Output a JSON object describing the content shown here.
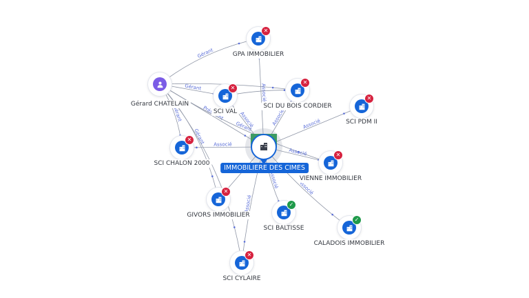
{
  "colors": {
    "edge": "#8f96a6",
    "edge_label": "#5a6ed8",
    "company": "#1565d8",
    "person": "#7b5ce6",
    "inactive": "#d6223f",
    "active": "#1f9a4a"
  },
  "center": {
    "label": "IMMOBILIERE DES CIMES",
    "icon": "building-icon",
    "status": "active"
  },
  "nodes": [
    {
      "id": "gerard",
      "type": "person",
      "label": "Gérard CHATELAIN",
      "icon": "person-icon",
      "status": ""
    },
    {
      "id": "gpa",
      "type": "company",
      "label": "GPA IMMOBILIER",
      "icon": "building-icon",
      "status": "inactive"
    },
    {
      "id": "scival",
      "type": "company",
      "label": "SCI VAL",
      "icon": "building-icon",
      "status": "inactive"
    },
    {
      "id": "boiscordier",
      "type": "company",
      "label": "SCI DU BOIS CORDIER",
      "icon": "building-icon",
      "status": "inactive"
    },
    {
      "id": "pdm",
      "type": "company",
      "label": "SCI PDM II",
      "icon": "building-icon",
      "status": "inactive"
    },
    {
      "id": "chalon",
      "type": "company",
      "label": "SCI CHALON 2000",
      "icon": "building-icon",
      "status": "inactive"
    },
    {
      "id": "vienne",
      "type": "company",
      "label": "VIENNE IMMOBILIER",
      "icon": "building-icon",
      "status": "inactive"
    },
    {
      "id": "givors",
      "type": "company",
      "label": "GIVORS IMMOBILIER",
      "icon": "building-icon",
      "status": "inactive"
    },
    {
      "id": "baltisse",
      "type": "company",
      "label": "SCI BALTISSE",
      "icon": "building-icon",
      "status": "active"
    },
    {
      "id": "caladois",
      "type": "company",
      "label": "CALADOIS IMMOBILIER",
      "icon": "building-icon",
      "status": "active"
    },
    {
      "id": "cylaire",
      "type": "company",
      "label": "SCI CYLAIRE",
      "icon": "building-icon",
      "status": "inactive"
    }
  ],
  "edges": [
    {
      "from": "gerard",
      "to": "gpa",
      "label": "Gérant"
    },
    {
      "from": "gerard",
      "to": "scival",
      "label": "Gérant"
    },
    {
      "from": "gerard",
      "to": "boiscordier",
      "label": ""
    },
    {
      "from": "gerard",
      "to": "center",
      "label": "Président"
    },
    {
      "from": "gerard",
      "to": "chalon",
      "label": "Gérant"
    },
    {
      "from": "gerard",
      "to": "givors",
      "label": "Gérant"
    },
    {
      "from": "gerard",
      "to": "cylaire",
      "label": ""
    },
    {
      "from": "gerard",
      "to": "vienne",
      "label": "Gérant"
    },
    {
      "from": "center",
      "to": "gpa",
      "label": "Associé"
    },
    {
      "from": "center",
      "to": "scival",
      "label": "Associé"
    },
    {
      "from": "center",
      "to": "boiscordier",
      "label": "Associé"
    },
    {
      "from": "center",
      "to": "pdm",
      "label": "Associé"
    },
    {
      "from": "center",
      "to": "chalon",
      "label": "Associé"
    },
    {
      "from": "center",
      "to": "vienne",
      "label": "Associé"
    },
    {
      "from": "center",
      "to": "givors",
      "label": ""
    },
    {
      "from": "center",
      "to": "baltisse",
      "label": "Associé"
    },
    {
      "from": "center",
      "to": "caladois",
      "label": "Associé"
    },
    {
      "from": "center",
      "to": "cylaire",
      "label": "Associé"
    },
    {
      "from": "scival",
      "to": "boiscordier",
      "label": ""
    }
  ]
}
